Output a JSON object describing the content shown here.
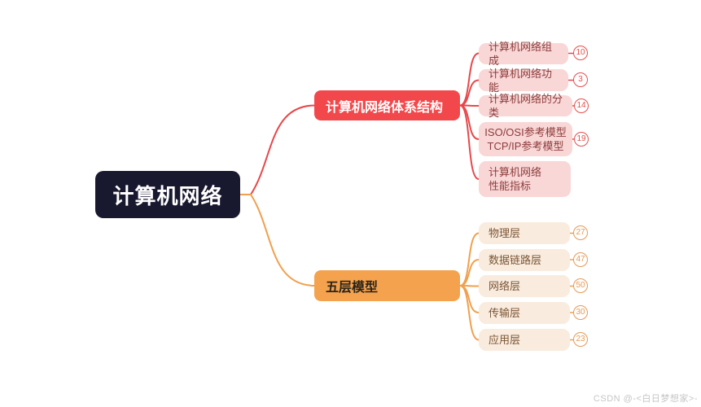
{
  "root": {
    "label": "计算机网络"
  },
  "branches": [
    {
      "label": "计算机网络体系结构",
      "children": [
        {
          "label": "计算机网络组成",
          "count": "10"
        },
        {
          "label": "计算机网络功能",
          "count": "3"
        },
        {
          "label": "计算机网络的分类",
          "count": "14"
        },
        {
          "label": "ISO/OSI参考模型\nTCP/IP参考模型",
          "count": "19"
        },
        {
          "label": "计算机网络\n性能指标",
          "count": ""
        }
      ]
    },
    {
      "label": "五层模型",
      "children": [
        {
          "label": "物理层",
          "count": "27"
        },
        {
          "label": "数据链路层",
          "count": "47"
        },
        {
          "label": "网络层",
          "count": "50"
        },
        {
          "label": "传输层",
          "count": "30"
        },
        {
          "label": "应用层",
          "count": "23"
        }
      ]
    }
  ],
  "watermark": "CSDN @-<白日梦想家>-",
  "colors": {
    "root_bg": "#18182f",
    "branch1_bg": "#f3484b",
    "branch2_bg": "#f4a24e",
    "leaf1_bg": "#f8d7d6",
    "leaf1_text": "#8d3c3c",
    "leaf2_bg": "#f9ecdf",
    "leaf2_text": "#7b5433",
    "line1": "#e8474a",
    "line2": "#f0a04e",
    "badge1": "#e4504f",
    "badge2": "#e59a57",
    "watermark": "#c6c6c6"
  }
}
